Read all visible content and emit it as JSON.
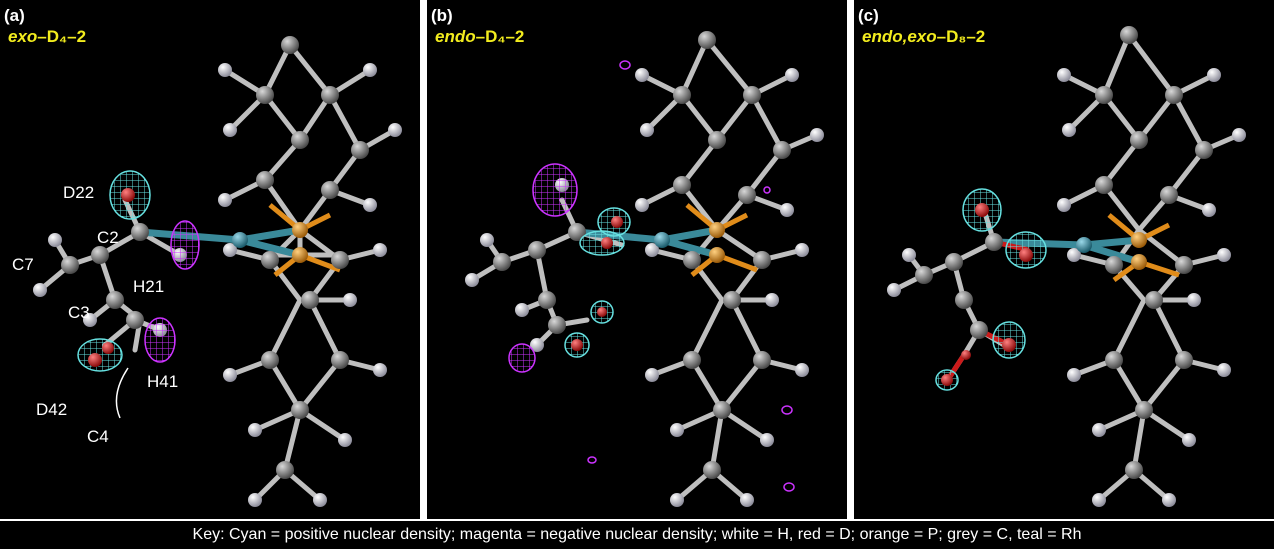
{
  "colors": {
    "background": "#000000",
    "title": "#f2ec1e",
    "label": "#ffffff",
    "carbon": "#8a8a8a",
    "hydrogen": "#e6e6ee",
    "deuterium": "#cc1a1a",
    "phosphorus": "#e08c1a",
    "rhodium": "#3a8a9a",
    "positive_density": "#66e0e0",
    "negative_density": "#cc33ff"
  },
  "panels": [
    {
      "letter": "(a)",
      "title_italic": "exo",
      "title_rest": "–D₄–2",
      "labels": {
        "d22": "D22",
        "c2": "C2",
        "c7": "C7",
        "h21": "H21",
        "c3": "C3",
        "d42": "D42",
        "h41": "H41",
        "c4": "C4"
      }
    },
    {
      "letter": "(b)",
      "title_italic": "endo",
      "title_rest": "–D₄–2"
    },
    {
      "letter": "(c)",
      "title_italic": "endo,exo",
      "title_rest": "–D₈–2"
    }
  ],
  "key": "Key: Cyan = positive nuclear density; magenta = negative nuclear density; white = H, red = D; orange = P; grey = C, teal = Rh"
}
